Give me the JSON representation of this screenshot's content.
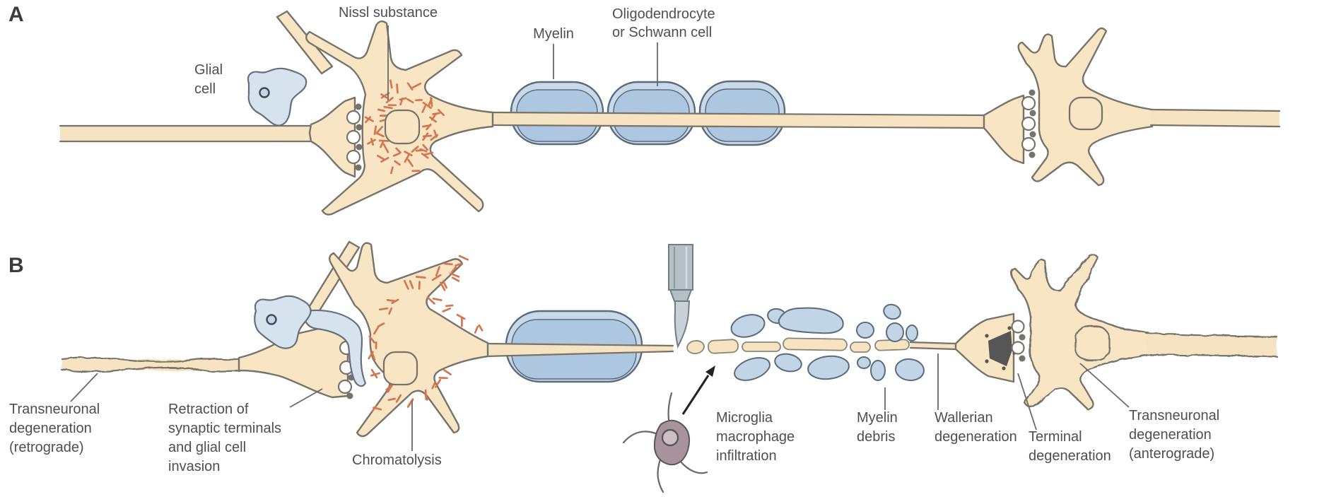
{
  "figure": {
    "type": "textbook-diagram",
    "subject": "Neuronal degeneration after axotomy"
  },
  "labels": {
    "a": {
      "letter": "A",
      "glial": [
        "Glial",
        "cell"
      ],
      "nissl": "Nissl substance",
      "myelin": "Myelin",
      "oligo": [
        "Oligodendrocyte",
        "or Schwann cell"
      ]
    },
    "b": {
      "letter": "B",
      "retro": [
        "Transneuronal",
        "degeneration",
        "(retrograde)"
      ],
      "retraction": [
        "Retraction of",
        "synaptic terminals",
        "and glial cell",
        "invasion"
      ],
      "chromatolysis": "Chromatolysis",
      "microglia": [
        "Microglia",
        "macrophage",
        "infiltration"
      ],
      "debris": [
        "Myelin",
        "debris"
      ],
      "wallerian": [
        "Wallerian",
        "degeneration"
      ],
      "terminal": [
        "Terminal",
        "degeneration"
      ],
      "antero": [
        "Transneuronal",
        "degeneration",
        "(anterograde)"
      ]
    }
  },
  "colors": {
    "neuron_fill": "#F8E5C3",
    "axon_fill": "#F6E3C2",
    "outline": "#77736A",
    "nissl_orange": "#D4764F",
    "myelin_fill": "#C8DAEA",
    "myelin_inner": "#AEC7E0",
    "myelin_stroke": "#5A6B7C",
    "glial_fill": "#D6E3EE",
    "debris_fill": "#C2D5E7",
    "microglia_fill": "#A8939D",
    "knife_fill": "#B4BFC6",
    "label_color": "#4D4F52",
    "leader_color": "#6A6A6A",
    "background": "#FFFFFF"
  }
}
